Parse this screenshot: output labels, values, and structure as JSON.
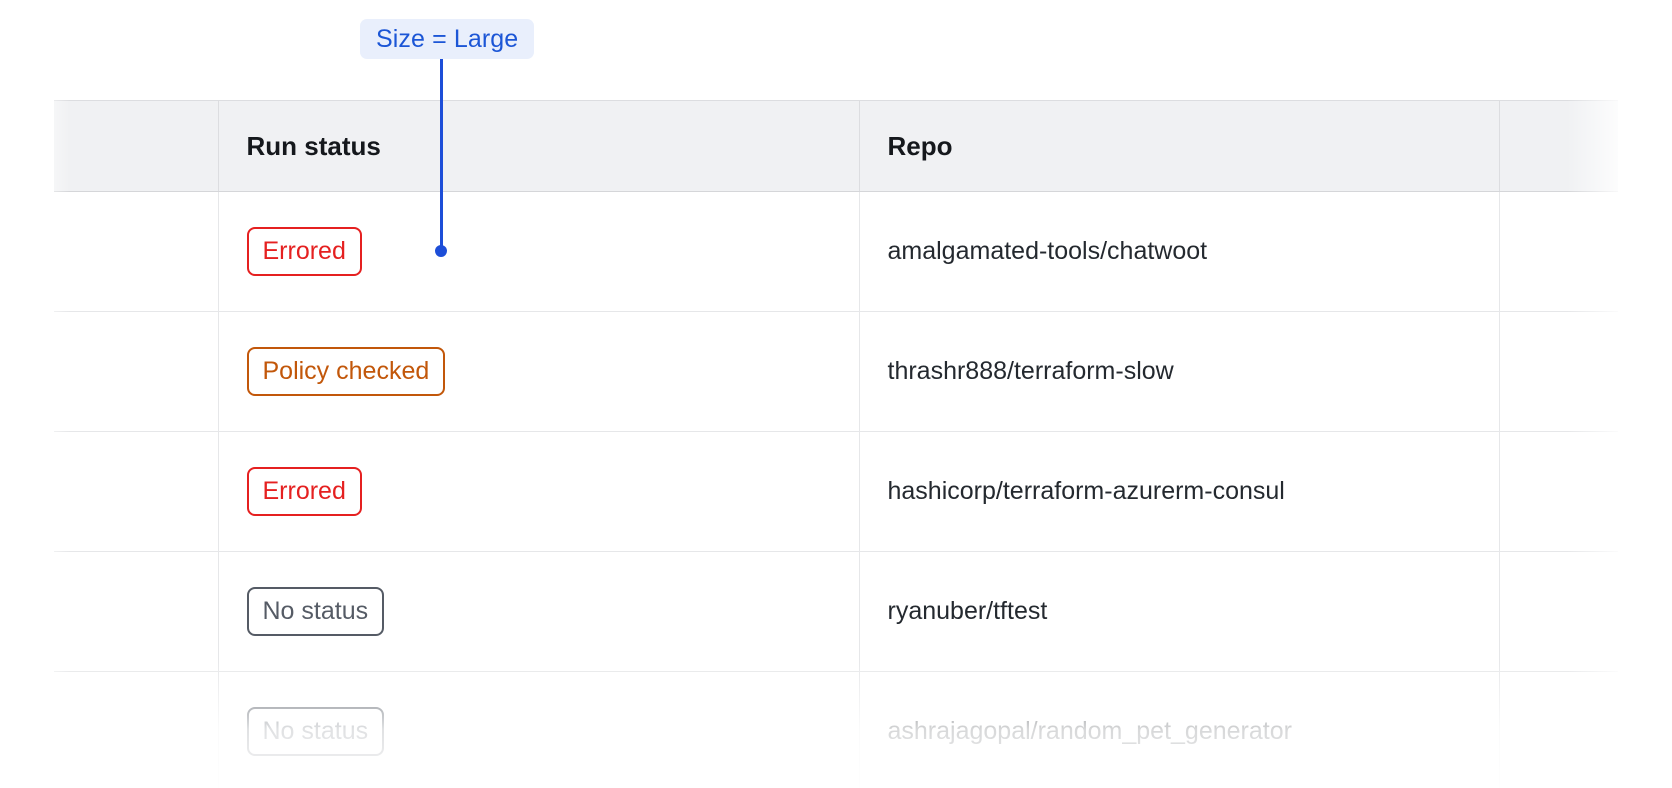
{
  "annotation": {
    "label": "Size = Large",
    "badge_bg": "#e9effc",
    "badge_fg": "#1c56d6",
    "connector_color": "#1d4ed8"
  },
  "table": {
    "columns": [
      {
        "key": "lead",
        "label": ""
      },
      {
        "key": "status",
        "label": "Run status"
      },
      {
        "key": "repo",
        "label": "Repo"
      },
      {
        "key": "tail",
        "label": ""
      }
    ],
    "header_bg": "#f0f1f3",
    "border_color": "#e6e7e9",
    "rows": [
      {
        "status": "Errored",
        "status_kind": "errored",
        "status_color": "#e52020",
        "repo": "amalgamated-tools/chatwoot"
      },
      {
        "status": "Policy checked",
        "status_kind": "policy-checked",
        "status_color": "#c2570a",
        "repo": "thrashr888/terraform-slow"
      },
      {
        "status": "Errored",
        "status_kind": "errored",
        "status_color": "#e52020",
        "repo": "hashicorp/terraform-azurerm-consul"
      },
      {
        "status": "No status",
        "status_kind": "no-status",
        "status_color": "#555b65",
        "repo": "ryanuber/tftest"
      },
      {
        "status": "No status",
        "status_kind": "no-status",
        "status_color": "#555b65",
        "repo": "ashrajagopal/random_pet_generator"
      }
    ]
  }
}
